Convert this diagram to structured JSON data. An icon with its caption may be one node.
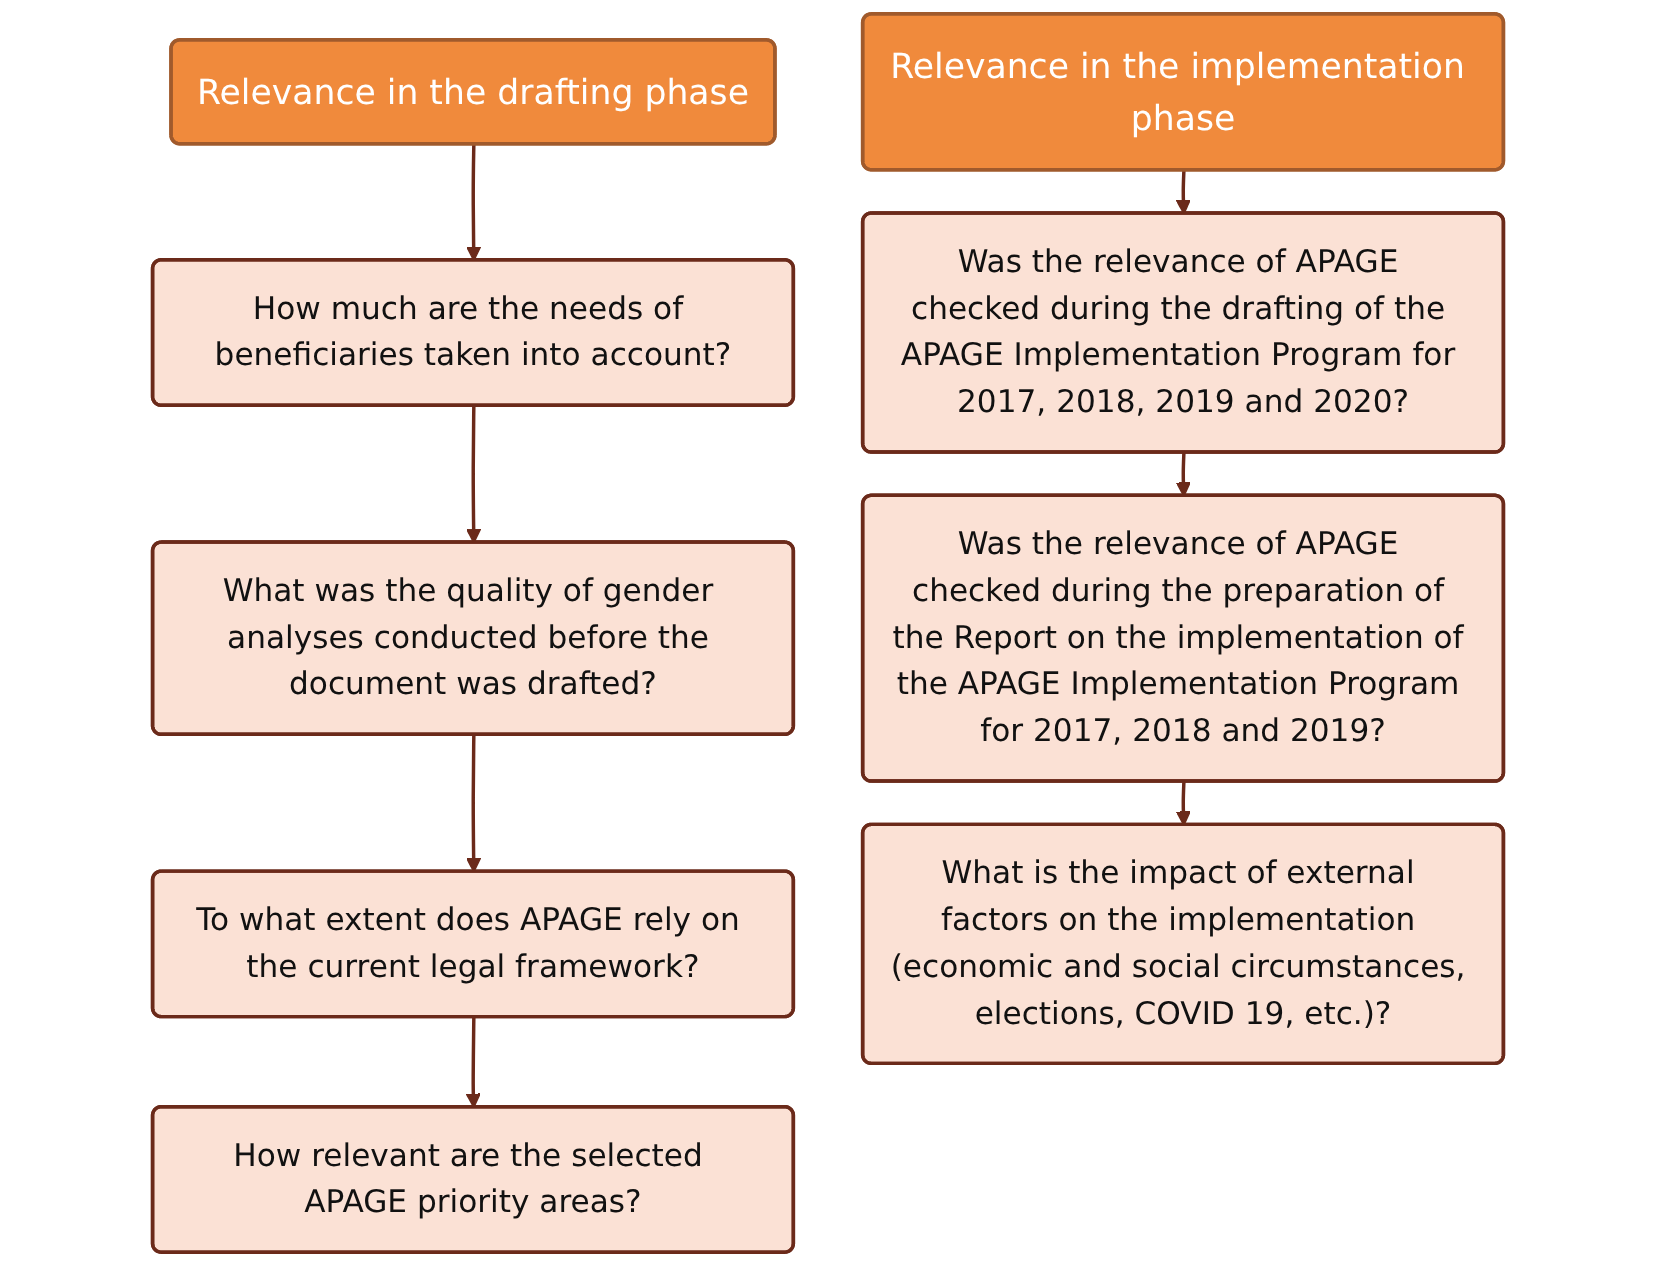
{
  "diagram": {
    "nodes": [
      {
        "text": [
          "Relevance in the drafting phase"
        ]
      },
      {
        "text": [
          "How much are the needs of beneficiaries taken into account?"
        ]
      },
      {
        "text": [
          "What was the quality of gender analyses conducted before the document was drafted?"
        ]
      },
      {
        "text": [
          "To what extent does APAGE rely on the current legal framework?"
        ]
      },
      {
        "text": [
          "How relevant are the selected APAGE priority areas?"
        ]
      },
      {
        "text": [
          "Relevance in the implementation phase"
        ]
      },
      {
        "text": [
          "Was the relevance of APAGE checked during the drafting of the APAGE Implementation Program for 2017, 2018, 2019 and 2020?"
        ]
      },
      {
        "text": [
          "Was the relevance of APAGE checked during the preparation of the Report on the implementation of the APAGE Implementation Program for 2017, 2018 and 2019?"
        ]
      },
      {
        "text": [
          "What is the impact of external factors on the implementation (economic and social circumstances, elections, COVID 19, etc.)?"
        ]
      }
    ],
    "edges": [
      {
        "from": 0,
        "to": 1,
        "arrow": "to"
      },
      {
        "from": 1,
        "to": 2,
        "arrow": "to"
      },
      {
        "from": 2,
        "to": 3,
        "arrow": "to"
      },
      {
        "from": 3,
        "to": 4,
        "arrow": "to"
      },
      {
        "from": 5,
        "to": 6,
        "arrow": "to"
      },
      {
        "from": 6,
        "to": 7,
        "arrow": "to"
      },
      {
        "from": 7,
        "to": 8,
        "arrow": "to"
      }
    ]
  }
}
